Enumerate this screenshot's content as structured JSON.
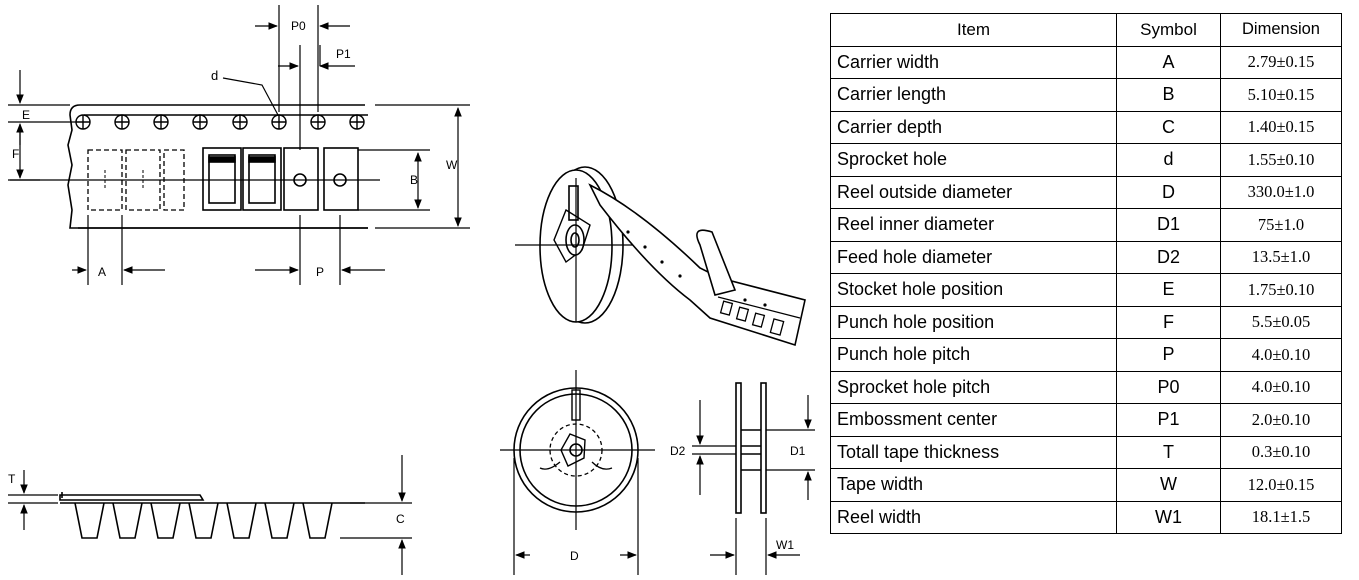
{
  "drawing_labels": {
    "p0": "P0",
    "p1": "P1",
    "d": "d",
    "e": "E",
    "f": "F",
    "w": "W",
    "b": "B",
    "a": "A",
    "p": "P",
    "t": "T",
    "c": "C",
    "d_reel": "D",
    "d1": "D1",
    "d2": "D2",
    "w1": "W1"
  },
  "table": {
    "headers": {
      "item": "Item",
      "symbol": "Symbol",
      "dimension": "Dimension"
    },
    "rows": [
      {
        "item": "Carrier width",
        "symbol": "A",
        "dimension": "2.79±0.15"
      },
      {
        "item": "Carrier length",
        "symbol": "B",
        "dimension": "5.10±0.15"
      },
      {
        "item": "Carrier depth",
        "symbol": "C",
        "dimension": "1.40±0.15"
      },
      {
        "item": "Sprocket hole",
        "symbol": "d",
        "dimension": "1.55±0.10"
      },
      {
        "item": "Reel outside diameter",
        "symbol": "D",
        "dimension": "330.0±1.0"
      },
      {
        "item": "Reel inner diameter",
        "symbol": "D1",
        "dimension": "75±1.0"
      },
      {
        "item": "Feed hole diameter",
        "symbol": "D2",
        "dimension": "13.5±1.0"
      },
      {
        "item": "Stocket hole position",
        "symbol": "E",
        "dimension": "1.75±0.10"
      },
      {
        "item": "Punch hole position",
        "symbol": "F",
        "dimension": "5.5±0.05"
      },
      {
        "item": "Punch hole pitch",
        "symbol": "P",
        "dimension": "4.0±0.10"
      },
      {
        "item": "Sprocket hole pitch",
        "symbol": "P0",
        "dimension": "4.0±0.10"
      },
      {
        "item": "Embossment center",
        "symbol": "P1",
        "dimension": "2.0±0.10"
      },
      {
        "item": "Totall tape thickness",
        "symbol": "T",
        "dimension": "0.3±0.10"
      },
      {
        "item": "Tape width",
        "symbol": "W",
        "dimension": "12.0±0.15"
      },
      {
        "item": "Reel width",
        "symbol": "W1",
        "dimension": "18.1±1.5"
      }
    ]
  }
}
